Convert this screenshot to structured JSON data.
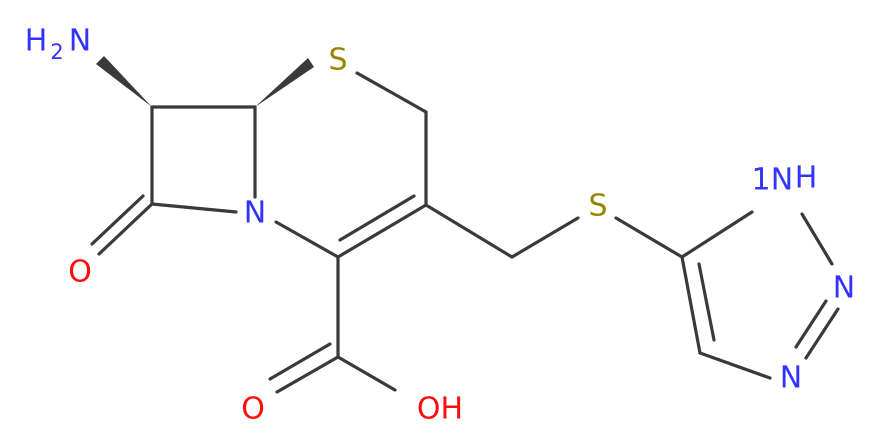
{
  "molecule": {
    "colors": {
      "bond": "#3a3a3a",
      "nitrogen": "#3333ff",
      "oxygen": "#ff0d0d",
      "sulfur": "#9a8500"
    },
    "atoms": {
      "amine": {
        "text": "H",
        "sub": "2",
        "main": "N"
      },
      "thioether_ring": "S",
      "lactam_n": "N",
      "carbonyl_o": "O",
      "acid_o": "O",
      "acid_oh": "OH",
      "linker_s": "S",
      "triazole_nh": "N",
      "triazole_nh_h": "H",
      "triazole_sub_1": "1",
      "triazole_n2": "N",
      "triazole_n3": "N"
    }
  }
}
